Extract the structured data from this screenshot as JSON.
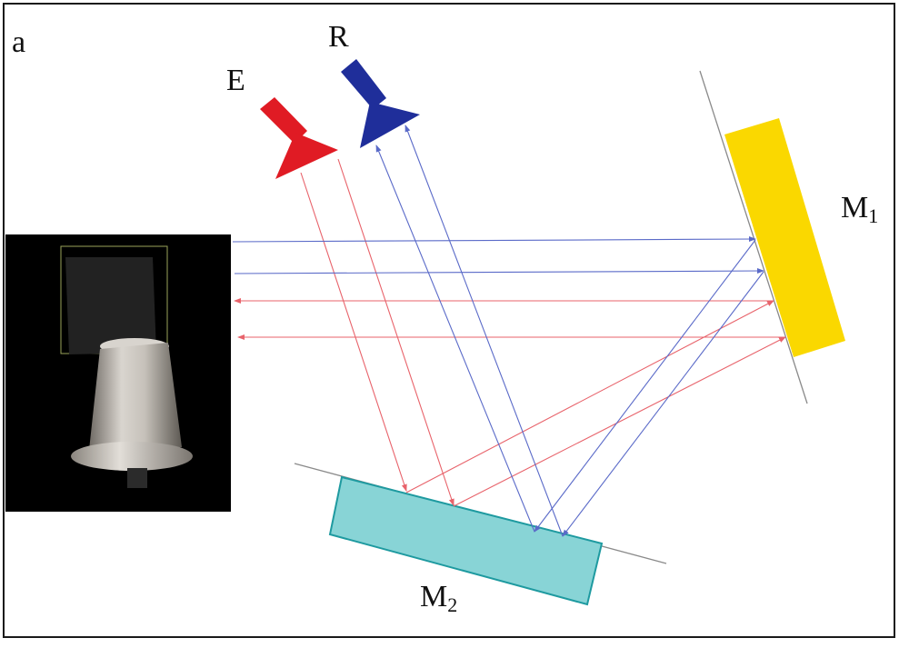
{
  "panel_label": "a",
  "labels": {
    "emitter": "E",
    "receiver": "R",
    "mirror1_main": "M",
    "mirror1_sub": "1",
    "mirror2_main": "M",
    "mirror2_sub": "2"
  },
  "colors": {
    "emitter": "#e01b24",
    "receiver": "#1f2e9a",
    "mirror1": "#fad800",
    "mirror2": "#88d4d6",
    "mirror2_border": "#1e9aa0",
    "ray_red": "#e8636b",
    "ray_blue": "#5a6ac8",
    "photo_bg": "#000000"
  }
}
